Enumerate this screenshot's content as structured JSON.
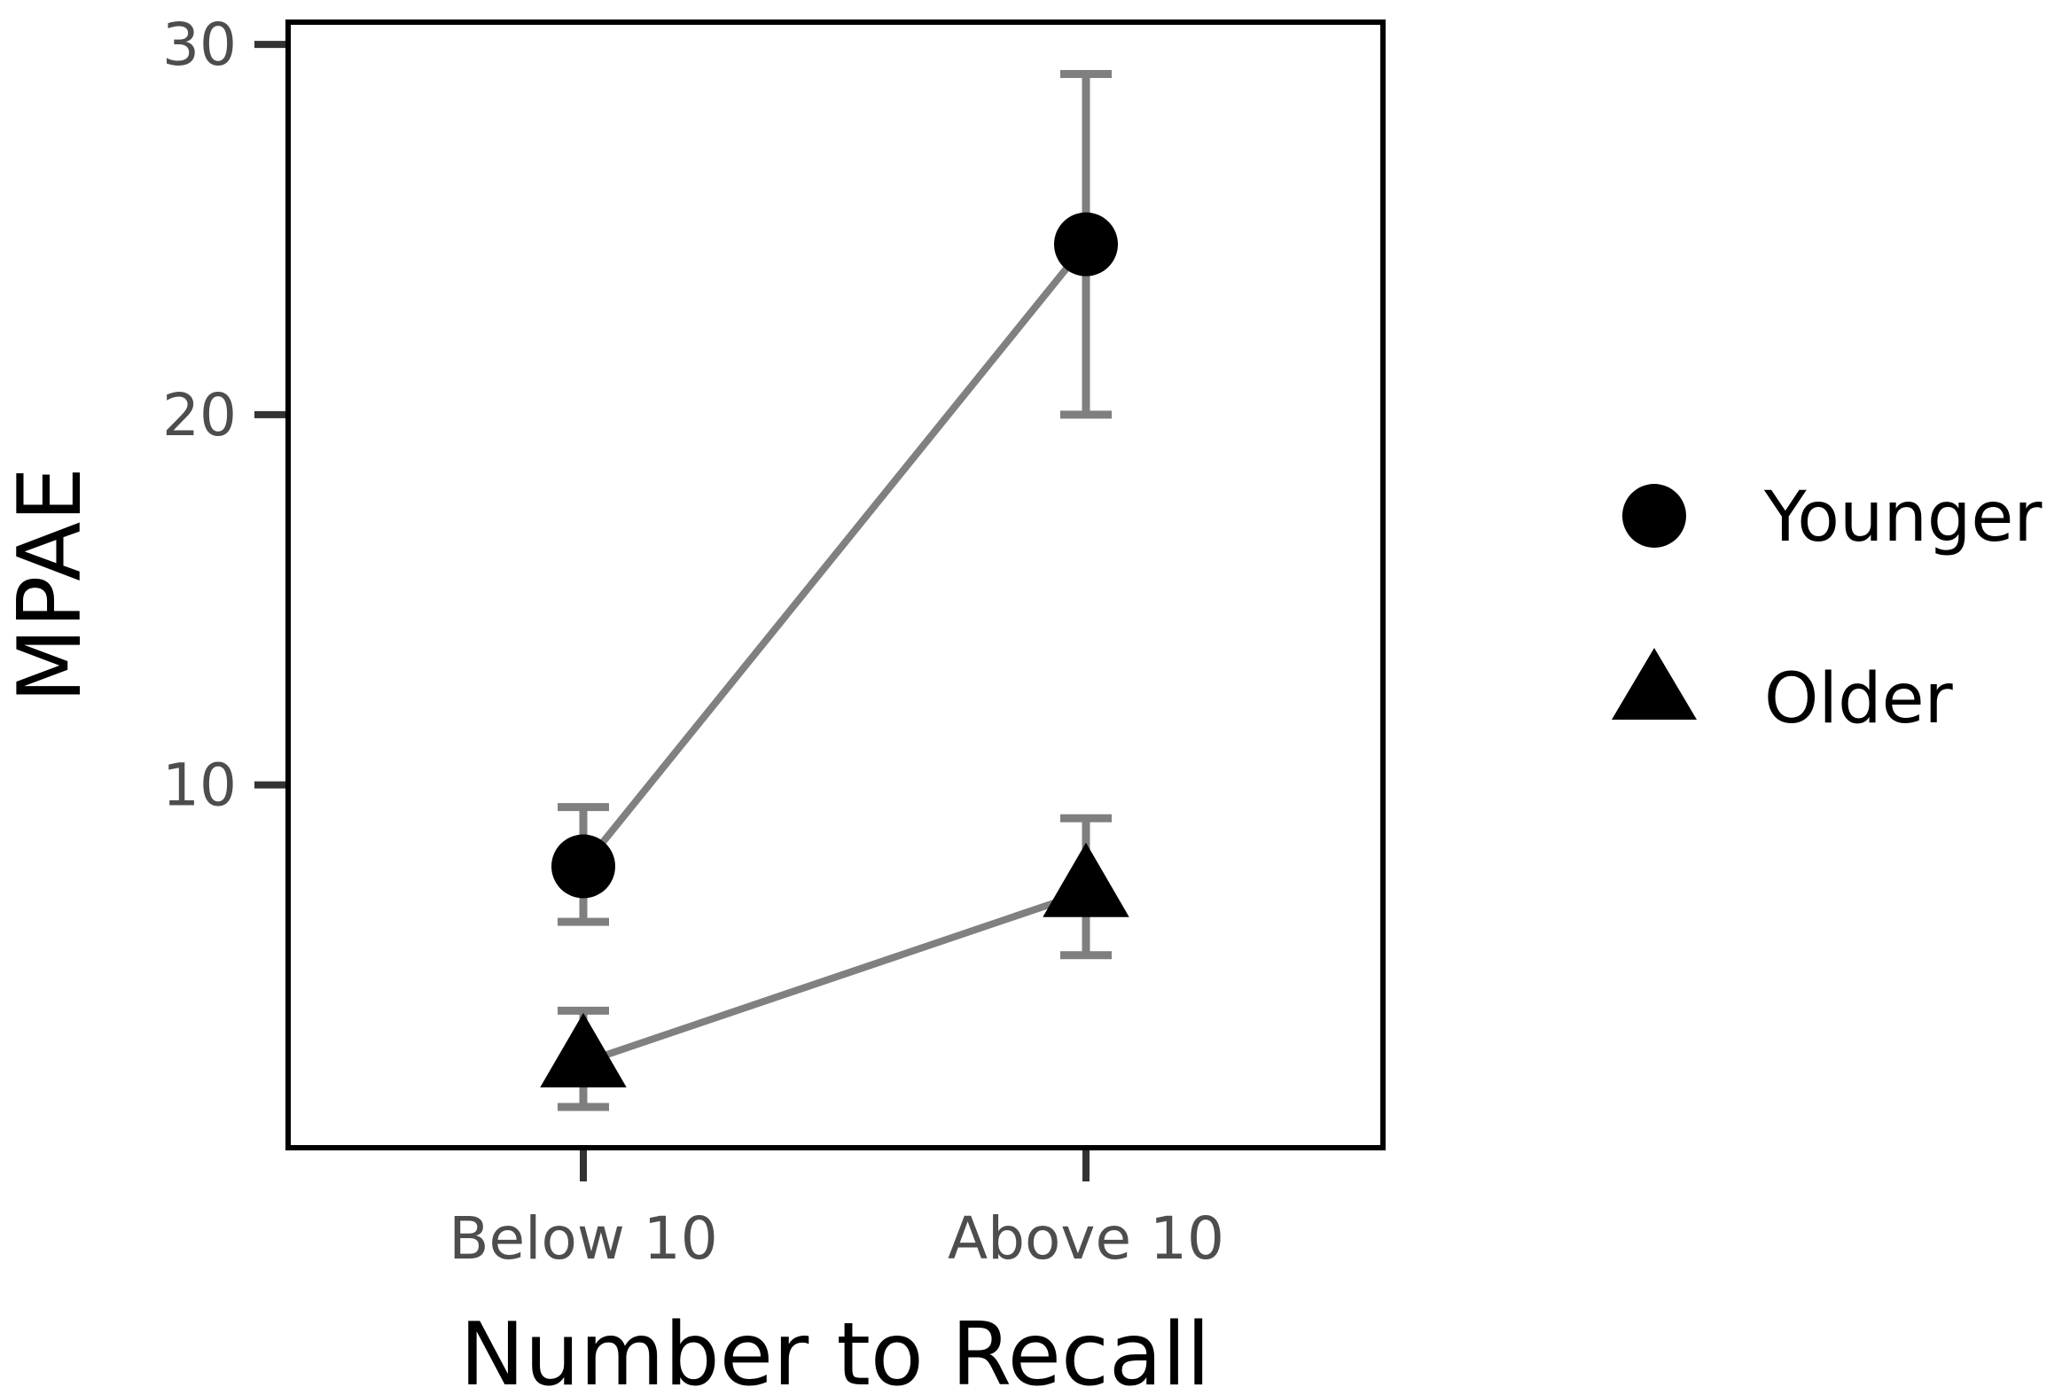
{
  "chart_data": {
    "type": "line",
    "title": "",
    "xlabel": "Number to Recall",
    "ylabel": "MPAE",
    "categories": [
      "Below 10",
      "Above 10"
    ],
    "y_ticks": [
      10,
      20,
      30
    ],
    "y_tick_labels": [
      "10",
      "20",
      "30"
    ],
    "ylim": [
      0.2,
      30.6
    ],
    "grid": false,
    "legend_position": "right",
    "series": [
      {
        "name": "Younger",
        "marker": "circle",
        "values": [
          7.8,
          24.6
        ],
        "error_low": [
          6.3,
          20.0
        ],
        "error_high": [
          9.4,
          29.2
        ]
      },
      {
        "name": "Older",
        "marker": "triangle",
        "values": [
          2.5,
          7.1
        ],
        "error_low": [
          1.3,
          5.4
        ],
        "error_high": [
          3.9,
          9.1
        ]
      }
    ],
    "colors": {
      "line": "#808080",
      "errorbar": "#7f7f7f",
      "marker": "#000000",
      "frame": "#000000",
      "tick": "#333333",
      "tick_label": "#4d4d4d"
    }
  }
}
